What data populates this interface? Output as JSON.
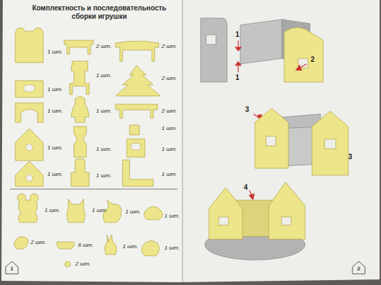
{
  "diagram": {
    "title": "Комплектность и последовательность сборки игрушки",
    "labels": [
      "1 шт.",
      "2 шт.",
      "2 шт.",
      "1 шт.",
      "1 шт.",
      "2 шт.",
      "1 шт.",
      "1 шт.",
      "2 шт.",
      "1 шт.",
      "1 шт.",
      "1 шт.",
      "1 шт.",
      "1 шт.",
      "1 шт.",
      "1 шт.",
      "1 шт.",
      "1 шт.",
      "1 шт.",
      "1 шт.",
      "2 шт.",
      "6 шт.",
      "1 шт.",
      "1 шт.",
      "2 шт.",
      "1",
      "1",
      "2",
      "1",
      "3",
      "3",
      "4",
      "2"
    ]
  }
}
